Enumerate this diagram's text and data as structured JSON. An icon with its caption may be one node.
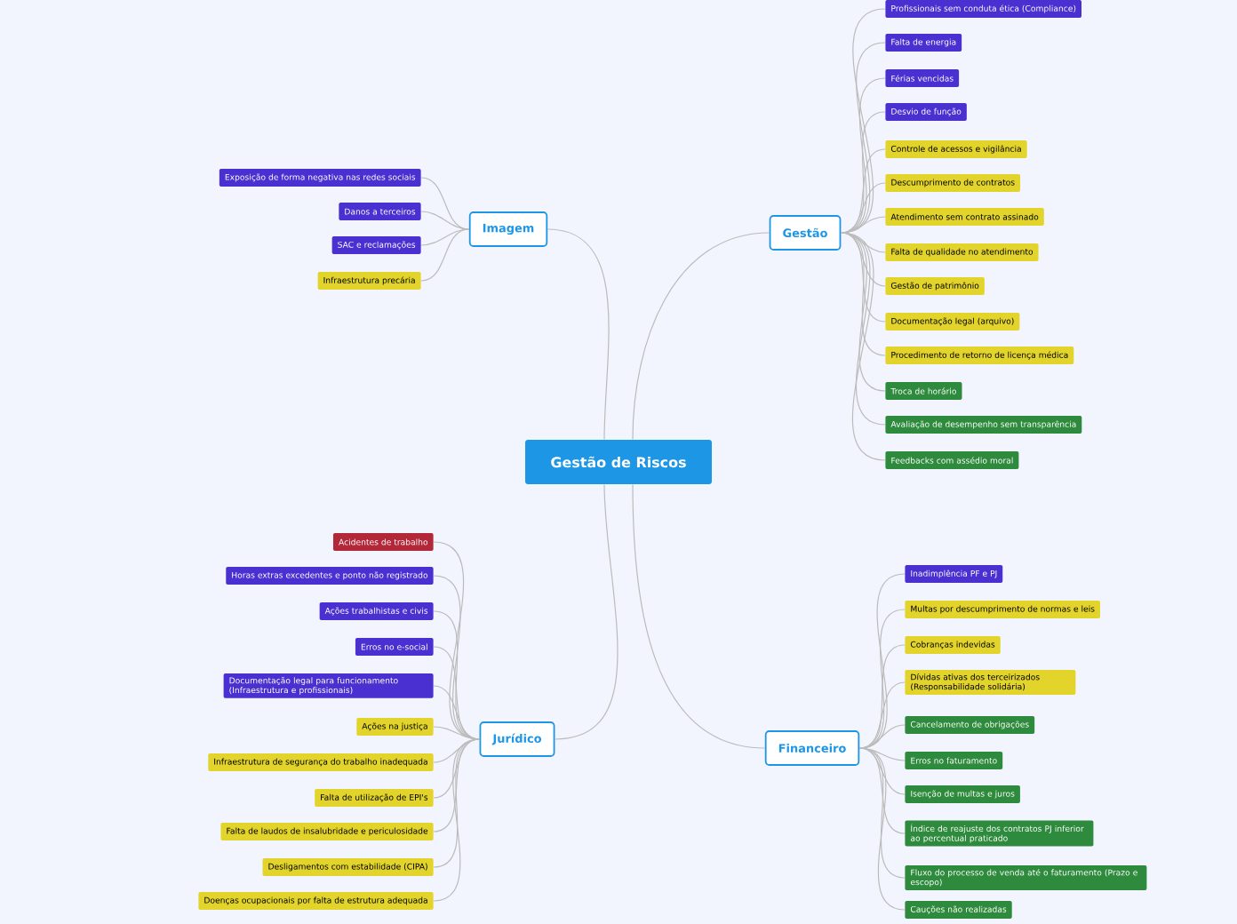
{
  "diagram": {
    "nodes": [
      {
        "text": [
          "Gestão de Riscos"
        ]
      },
      {
        "text": [
          "Imagem"
        ]
      },
      {
        "text": [
          "Exposição de forma negativa nas redes sociais"
        ]
      },
      {
        "text": [
          "Danos a terceiros"
        ]
      },
      {
        "text": [
          "SAC e reclamações"
        ]
      },
      {
        "text": [
          "Infraestrutura precária"
        ]
      },
      {
        "text": [
          "Gestão"
        ]
      },
      {
        "text": [
          "Profissionais sem conduta ética (Compliance)"
        ]
      },
      {
        "text": [
          "Falta de energia"
        ]
      },
      {
        "text": [
          "Férias vencidas"
        ]
      },
      {
        "text": [
          "Desvio de função"
        ]
      },
      {
        "text": [
          "Controle de acessos e vigilância"
        ]
      },
      {
        "text": [
          "Descumprimento de contratos"
        ]
      },
      {
        "text": [
          "Atendimento sem contrato assinado"
        ]
      },
      {
        "text": [
          "Falta de qualidade no atendimento"
        ]
      },
      {
        "text": [
          "Gestão de patrimônio"
        ]
      },
      {
        "text": [
          "Documentação legal (arquivo)"
        ]
      },
      {
        "text": [
          "Procedimento de retorno de licença médica"
        ]
      },
      {
        "text": [
          "Troca de horário"
        ]
      },
      {
        "text": [
          "Avaliação de desempenho sem transparência"
        ]
      },
      {
        "text": [
          "Feedbacks com assédio moral"
        ]
      },
      {
        "text": [
          "Jurídico"
        ]
      },
      {
        "text": [
          "Acidentes de trabalho"
        ]
      },
      {
        "text": [
          "Horas extras excedentes e ponto não registrado"
        ]
      },
      {
        "text": [
          "Ações trabalhistas e civis"
        ]
      },
      {
        "text": [
          "Erros no e-social"
        ]
      },
      {
        "text": [
          "Documentação legal para funcionamento (Infraestrutura e profissionais)"
        ]
      },
      {
        "text": [
          "Ações na justiça"
        ]
      },
      {
        "text": [
          "Infraestrutura de segurança do trabalho inadequada"
        ]
      },
      {
        "text": [
          "Falta de utilização de EPI's"
        ]
      },
      {
        "text": [
          "Falta de laudos de insalubridade e periculosidade"
        ]
      },
      {
        "text": [
          "Desligamentos com estabilidade (CIPA)"
        ]
      },
      {
        "text": [
          "Doenças ocupacionais por falta de estrutura adequada"
        ]
      },
      {
        "text": [
          "Financeiro"
        ]
      },
      {
        "text": [
          "Inadimplência PF e PJ"
        ]
      },
      {
        "text": [
          "Multas por descumprimento de normas e leis"
        ]
      },
      {
        "text": [
          "Cobranças indevidas"
        ]
      },
      {
        "text": [
          "Dívidas ativas dos terceirizados (Responsabilidade solidária)"
        ]
      },
      {
        "text": [
          "Cancelamento de obrigações"
        ]
      },
      {
        "text": [
          "Erros no faturamento"
        ]
      },
      {
        "text": [
          "Isenção de multas e juros"
        ]
      },
      {
        "text": [
          "Índice de reajuste dos contratos PJ inferior ao percentual praticado"
        ]
      },
      {
        "text": [
          "Fluxo do processo de venda até o faturamento (Prazo e escopo)"
        ]
      },
      {
        "text": [
          "Cauções não realizadas"
        ]
      }
    ],
    "edges": [
      {
        "from": 0,
        "to": 1,
        "arrow": "none"
      },
      {
        "from": 1,
        "to": 2,
        "arrow": "none"
      },
      {
        "from": 1,
        "to": 3,
        "arrow": "none"
      },
      {
        "from": 1,
        "to": 4,
        "arrow": "none"
      },
      {
        "from": 1,
        "to": 5,
        "arrow": "none"
      },
      {
        "from": 0,
        "to": 6,
        "arrow": "none"
      },
      {
        "from": 6,
        "to": 7,
        "arrow": "none"
      },
      {
        "from": 6,
        "to": 8,
        "arrow": "none"
      },
      {
        "from": 6,
        "to": 9,
        "arrow": "none"
      },
      {
        "from": 6,
        "to": 10,
        "arrow": "none"
      },
      {
        "from": 6,
        "to": 11,
        "arrow": "none"
      },
      {
        "from": 6,
        "to": 12,
        "arrow": "none"
      },
      {
        "from": 6,
        "to": 13,
        "arrow": "none"
      },
      {
        "from": 6,
        "to": 14,
        "arrow": "none"
      },
      {
        "from": 6,
        "to": 15,
        "arrow": "none"
      },
      {
        "from": 6,
        "to": 16,
        "arrow": "none"
      },
      {
        "from": 6,
        "to": 17,
        "arrow": "none"
      },
      {
        "from": 6,
        "to": 18,
        "arrow": "none"
      },
      {
        "from": 6,
        "to": 19,
        "arrow": "none"
      },
      {
        "from": 6,
        "to": 20,
        "arrow": "none"
      },
      {
        "from": 0,
        "to": 21,
        "arrow": "none"
      },
      {
        "from": 21,
        "to": 22,
        "arrow": "none"
      },
      {
        "from": 21,
        "to": 23,
        "arrow": "none"
      },
      {
        "from": 21,
        "to": 24,
        "arrow": "none"
      },
      {
        "from": 21,
        "to": 25,
        "arrow": "none"
      },
      {
        "from": 21,
        "to": 26,
        "arrow": "none"
      },
      {
        "from": 21,
        "to": 27,
        "arrow": "none"
      },
      {
        "from": 21,
        "to": 28,
        "arrow": "none"
      },
      {
        "from": 21,
        "to": 29,
        "arrow": "none"
      },
      {
        "from": 21,
        "to": 30,
        "arrow": "none"
      },
      {
        "from": 21,
        "to": 31,
        "arrow": "none"
      },
      {
        "from": 21,
        "to": 32,
        "arrow": "none"
      },
      {
        "from": 0,
        "to": 33,
        "arrow": "none"
      },
      {
        "from": 33,
        "to": 34,
        "arrow": "none"
      },
      {
        "from": 33,
        "to": 35,
        "arrow": "none"
      },
      {
        "from": 33,
        "to": 36,
        "arrow": "none"
      },
      {
        "from": 33,
        "to": 37,
        "arrow": "none"
      },
      {
        "from": 33,
        "to": 38,
        "arrow": "none"
      },
      {
        "from": 33,
        "to": 39,
        "arrow": "none"
      },
      {
        "from": 33,
        "to": 40,
        "arrow": "none"
      },
      {
        "from": 33,
        "to": 41,
        "arrow": "none"
      },
      {
        "from": 33,
        "to": 42,
        "arrow": "none"
      },
      {
        "from": 33,
        "to": 43,
        "arrow": "none"
      }
    ]
  }
}
